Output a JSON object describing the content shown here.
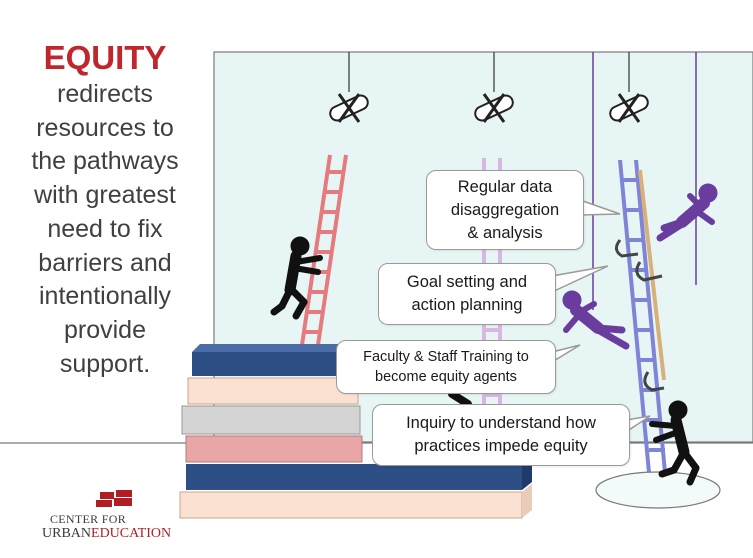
{
  "heading": {
    "title": "EQUITY",
    "body": "redirects\nresources to\nthe pathways\nwith greatest\nneed to fix\nbarriers and\nintentionally\nprovide\nsupport."
  },
  "callouts": [
    {
      "text": "Regular data\ndisaggregation\n& analysis"
    },
    {
      "text": "Goal setting and\naction planning"
    },
    {
      "text": "Faculty & Staff Training to\nbecome equity agents"
    },
    {
      "text": "Inquiry to understand how\npractices impede equity"
    }
  ],
  "logo": {
    "line1": "CENTER FOR",
    "line2_part1": "URBAN",
    "line2_part2": "EDUCATION"
  },
  "colors": {
    "title_red": "#c0272d",
    "wall": "#e7f5f5",
    "ladder_red": "#e57b7f",
    "ladder_blue": "#7f84d6",
    "ladder_pink": "#d9b7e3",
    "purple_figures": "#6a3c9e",
    "book_navy": "#2e4f86",
    "book_peach": "#fbe1d1",
    "book_gray": "#d4d4d4",
    "book_rose": "#e8a7a6"
  },
  "icons": [
    "diploma-icon",
    "climber-icon",
    "clamp-icon"
  ]
}
